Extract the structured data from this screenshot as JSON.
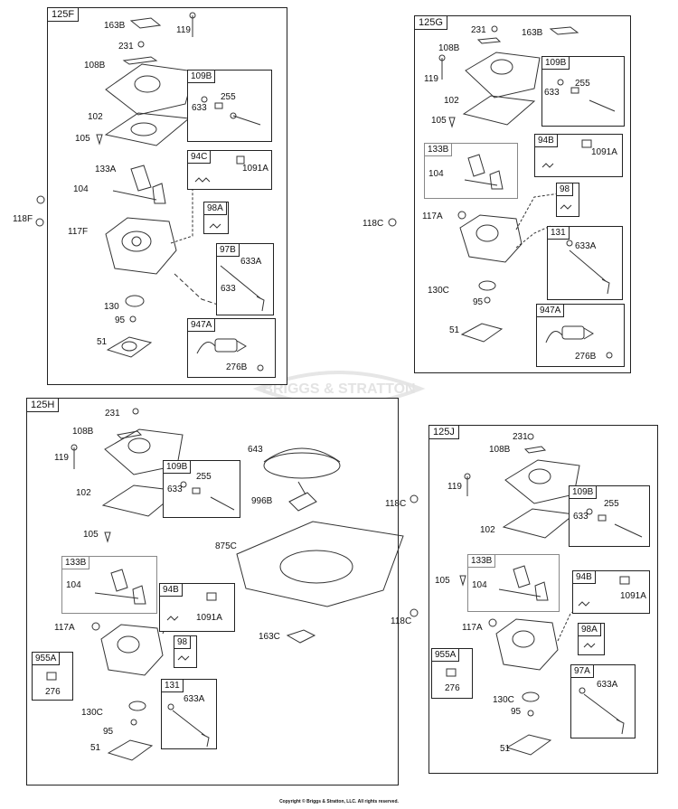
{
  "watermark_text": "BRIGGS & STRATTON",
  "copyright": "Copyright © Briggs & Stratton, LLC. All rights reserved.",
  "panel_f": {
    "id": "125F",
    "labels": {
      "163B": "163B",
      "119": "119",
      "231": "231",
      "108B": "108B",
      "102": "102",
      "105": "105",
      "133A": "133A",
      "104": "104",
      "118F": "118F",
      "117F": "117F",
      "130": "130",
      "95": "95",
      "51": "51"
    },
    "sub_109B": {
      "id": "109B",
      "l633": "633",
      "l255": "255"
    },
    "sub_94C": {
      "id": "94C",
      "l1091A": "1091A"
    },
    "sub_98A": {
      "id": "98A"
    },
    "sub_97B": {
      "id": "97B",
      "l633A": "633A",
      "l633": "633"
    },
    "sub_947A": {
      "id": "947A",
      "l276B": "276B"
    }
  },
  "panel_g": {
    "id": "125G",
    "labels": {
      "231": "231",
      "108B": "108B",
      "163B": "163B",
      "119": "119",
      "102": "102",
      "105": "105",
      "118C": "118C",
      "117A": "117A",
      "130C": "130C",
      "95": "95",
      "51": "51"
    },
    "sub_109B": {
      "id": "109B",
      "l633": "633",
      "l255": "255"
    },
    "sub_133B": {
      "id": "133B",
      "l104": "104"
    },
    "sub_94B": {
      "id": "94B",
      "l1091A": "1091A"
    },
    "sub_98": {
      "id": "98"
    },
    "sub_131": {
      "id": "131",
      "l633A": "633A"
    },
    "sub_947A": {
      "id": "947A",
      "l276B": "276B"
    }
  },
  "panel_h": {
    "id": "125H",
    "labels": {
      "231": "231",
      "108B": "108B",
      "119": "119",
      "102": "102",
      "105": "105",
      "117A": "117A",
      "130C": "130C",
      "95": "95",
      "51": "51",
      "643": "643",
      "996B": "996B",
      "875C": "875C",
      "163C": "163C"
    },
    "sub_109B": {
      "id": "109B",
      "l633": "633",
      "l255": "255"
    },
    "sub_133B": {
      "id": "133B",
      "l104": "104"
    },
    "sub_94B": {
      "id": "94B",
      "l1091A": "1091A"
    },
    "sub_98": {
      "id": "98"
    },
    "sub_955A": {
      "id": "955A",
      "l276": "276"
    },
    "sub_131": {
      "id": "131",
      "l633A": "633A"
    }
  },
  "panel_j": {
    "id": "125J",
    "labels": {
      "231": "231",
      "108B": "108B",
      "119": "119",
      "102": "102",
      "105": "105",
      "117A": "117A",
      "130C": "130C",
      "95": "95",
      "51": "51"
    },
    "outer_118C_a": "118C",
    "outer_118C_b": "118C",
    "sub_109B": {
      "id": "109B",
      "l633": "633",
      "l255": "255"
    },
    "sub_133B": {
      "id": "133B",
      "l104": "104"
    },
    "sub_94B": {
      "id": "94B",
      "l1091A": "1091A"
    },
    "sub_98A": {
      "id": "98A"
    },
    "sub_955A": {
      "id": "955A",
      "l276": "276"
    },
    "sub_97A": {
      "id": "97A",
      "l633A": "633A"
    }
  }
}
